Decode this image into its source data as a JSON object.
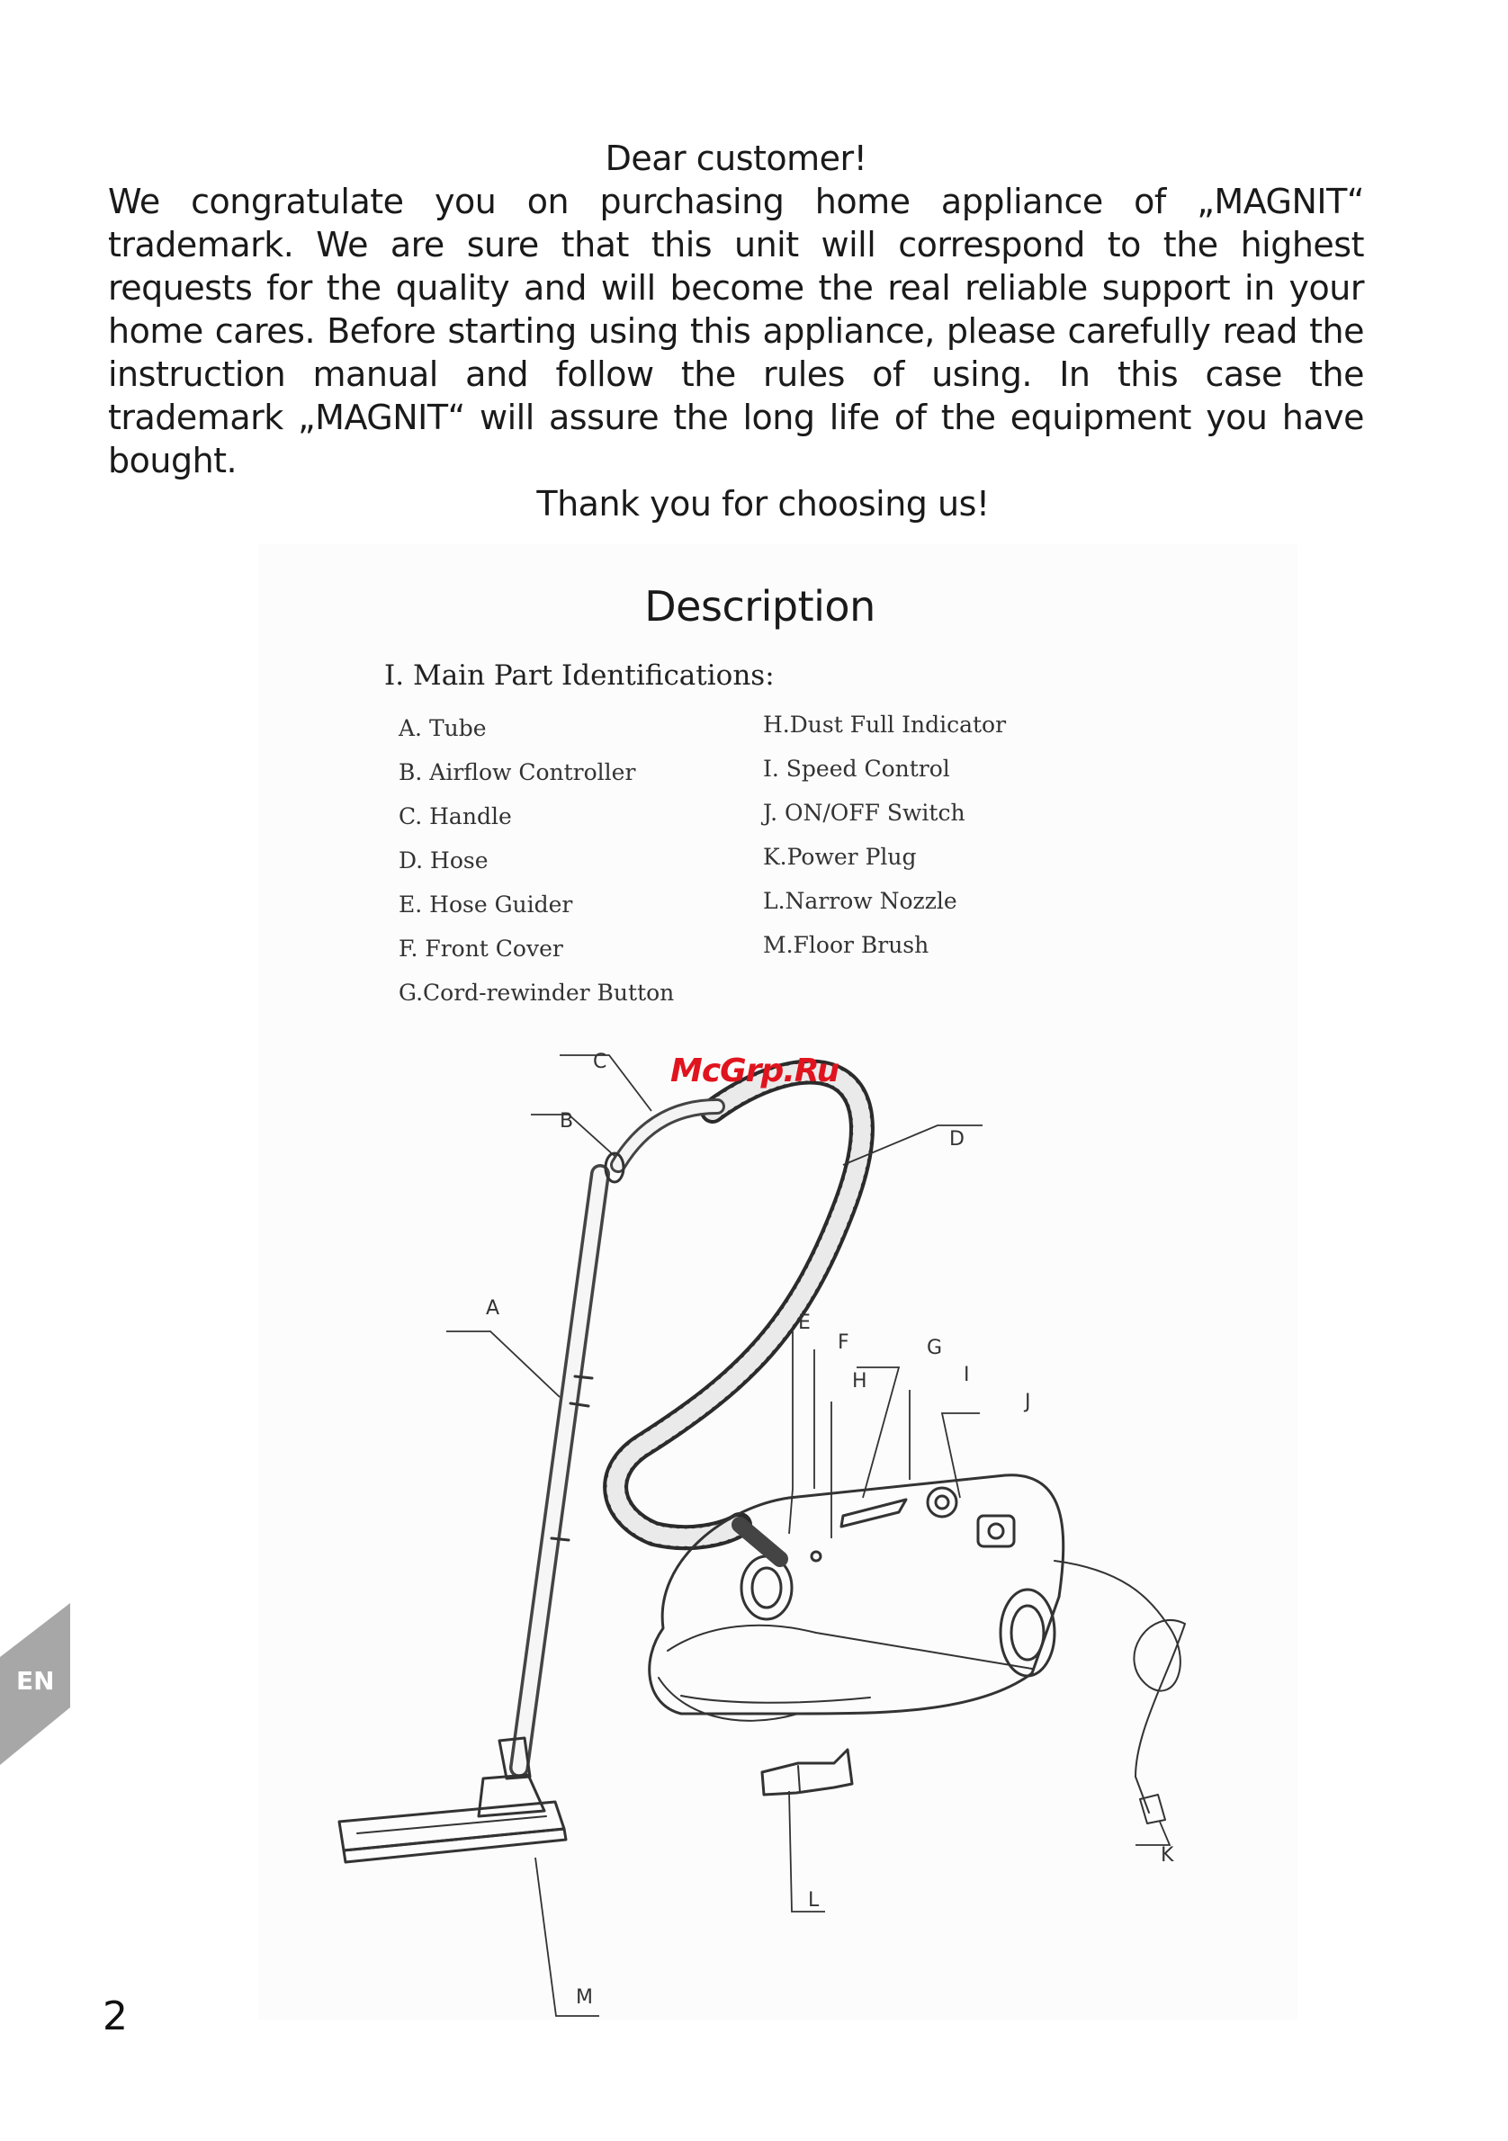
{
  "intro": {
    "greeting": "Dear customer!",
    "paragraph": "We congratulate you on purchasing home appliance of „MAGNIT“ trademark. We are sure that this unit will correspond to the highest requests for the quality and will become the real reliable support in your home cares. Before starting using this appliance, please carefully read the instruction manual and follow the rules of using. In this case the trademark „MAGNIT“ will assure the long life of the equipment you have bought.",
    "thanks": "Thank you for choosing us!"
  },
  "description": {
    "title": "Description",
    "section_title": "Ⅰ. Main Part Identifications:",
    "parts_left": [
      "A. Tube",
      "B. Airflow Controller",
      "C. Handle",
      "D. Hose",
      "E. Hose Guider",
      "F. Front Cover",
      "G.Cord-rewinder Button"
    ],
    "parts_right": [
      "H.Dust Full Indicator",
      "I. Speed Control",
      "J. ON/OFF Switch",
      "K.Power Plug",
      "L.Narrow Nozzle",
      "M.Floor Brush"
    ],
    "callouts": {
      "a": "A",
      "b": "B",
      "c": "C",
      "d": "D",
      "e": "E",
      "f": "F",
      "g": "G",
      "h": "H",
      "i": "I",
      "j": "J",
      "k": "K",
      "l": "L",
      "m": "M"
    }
  },
  "watermark": "McGrp.Ru",
  "language_tab": "EN",
  "page_number": "2"
}
